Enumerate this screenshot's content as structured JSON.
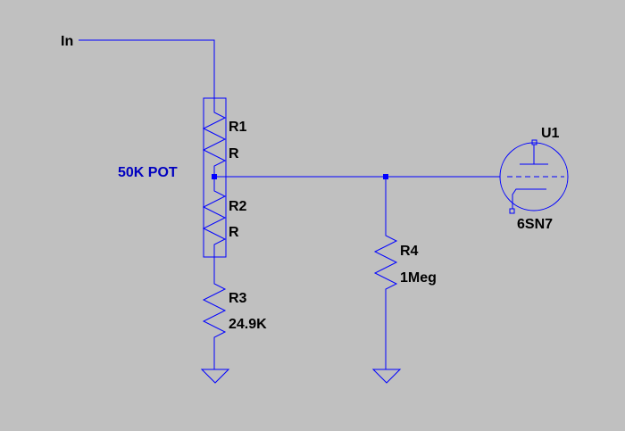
{
  "colors": {
    "background": "#c0c0c0",
    "wire": "#0000ff",
    "label": "#000000",
    "annotation": "#0000c0"
  },
  "net_labels": {
    "input": "In"
  },
  "annotation": {
    "pot": "50K POT"
  },
  "components": {
    "r1": {
      "ref": "R1",
      "value": "R"
    },
    "r2": {
      "ref": "R2",
      "value": "R"
    },
    "r3": {
      "ref": "R3",
      "value": "24.9K"
    },
    "r4": {
      "ref": "R4",
      "value": "1Meg"
    },
    "u1": {
      "ref": "U1",
      "value": "6SN7"
    }
  },
  "icons": [
    "resistor-icon",
    "ground-icon",
    "triode-tube-icon",
    "junction-dot-icon"
  ]
}
